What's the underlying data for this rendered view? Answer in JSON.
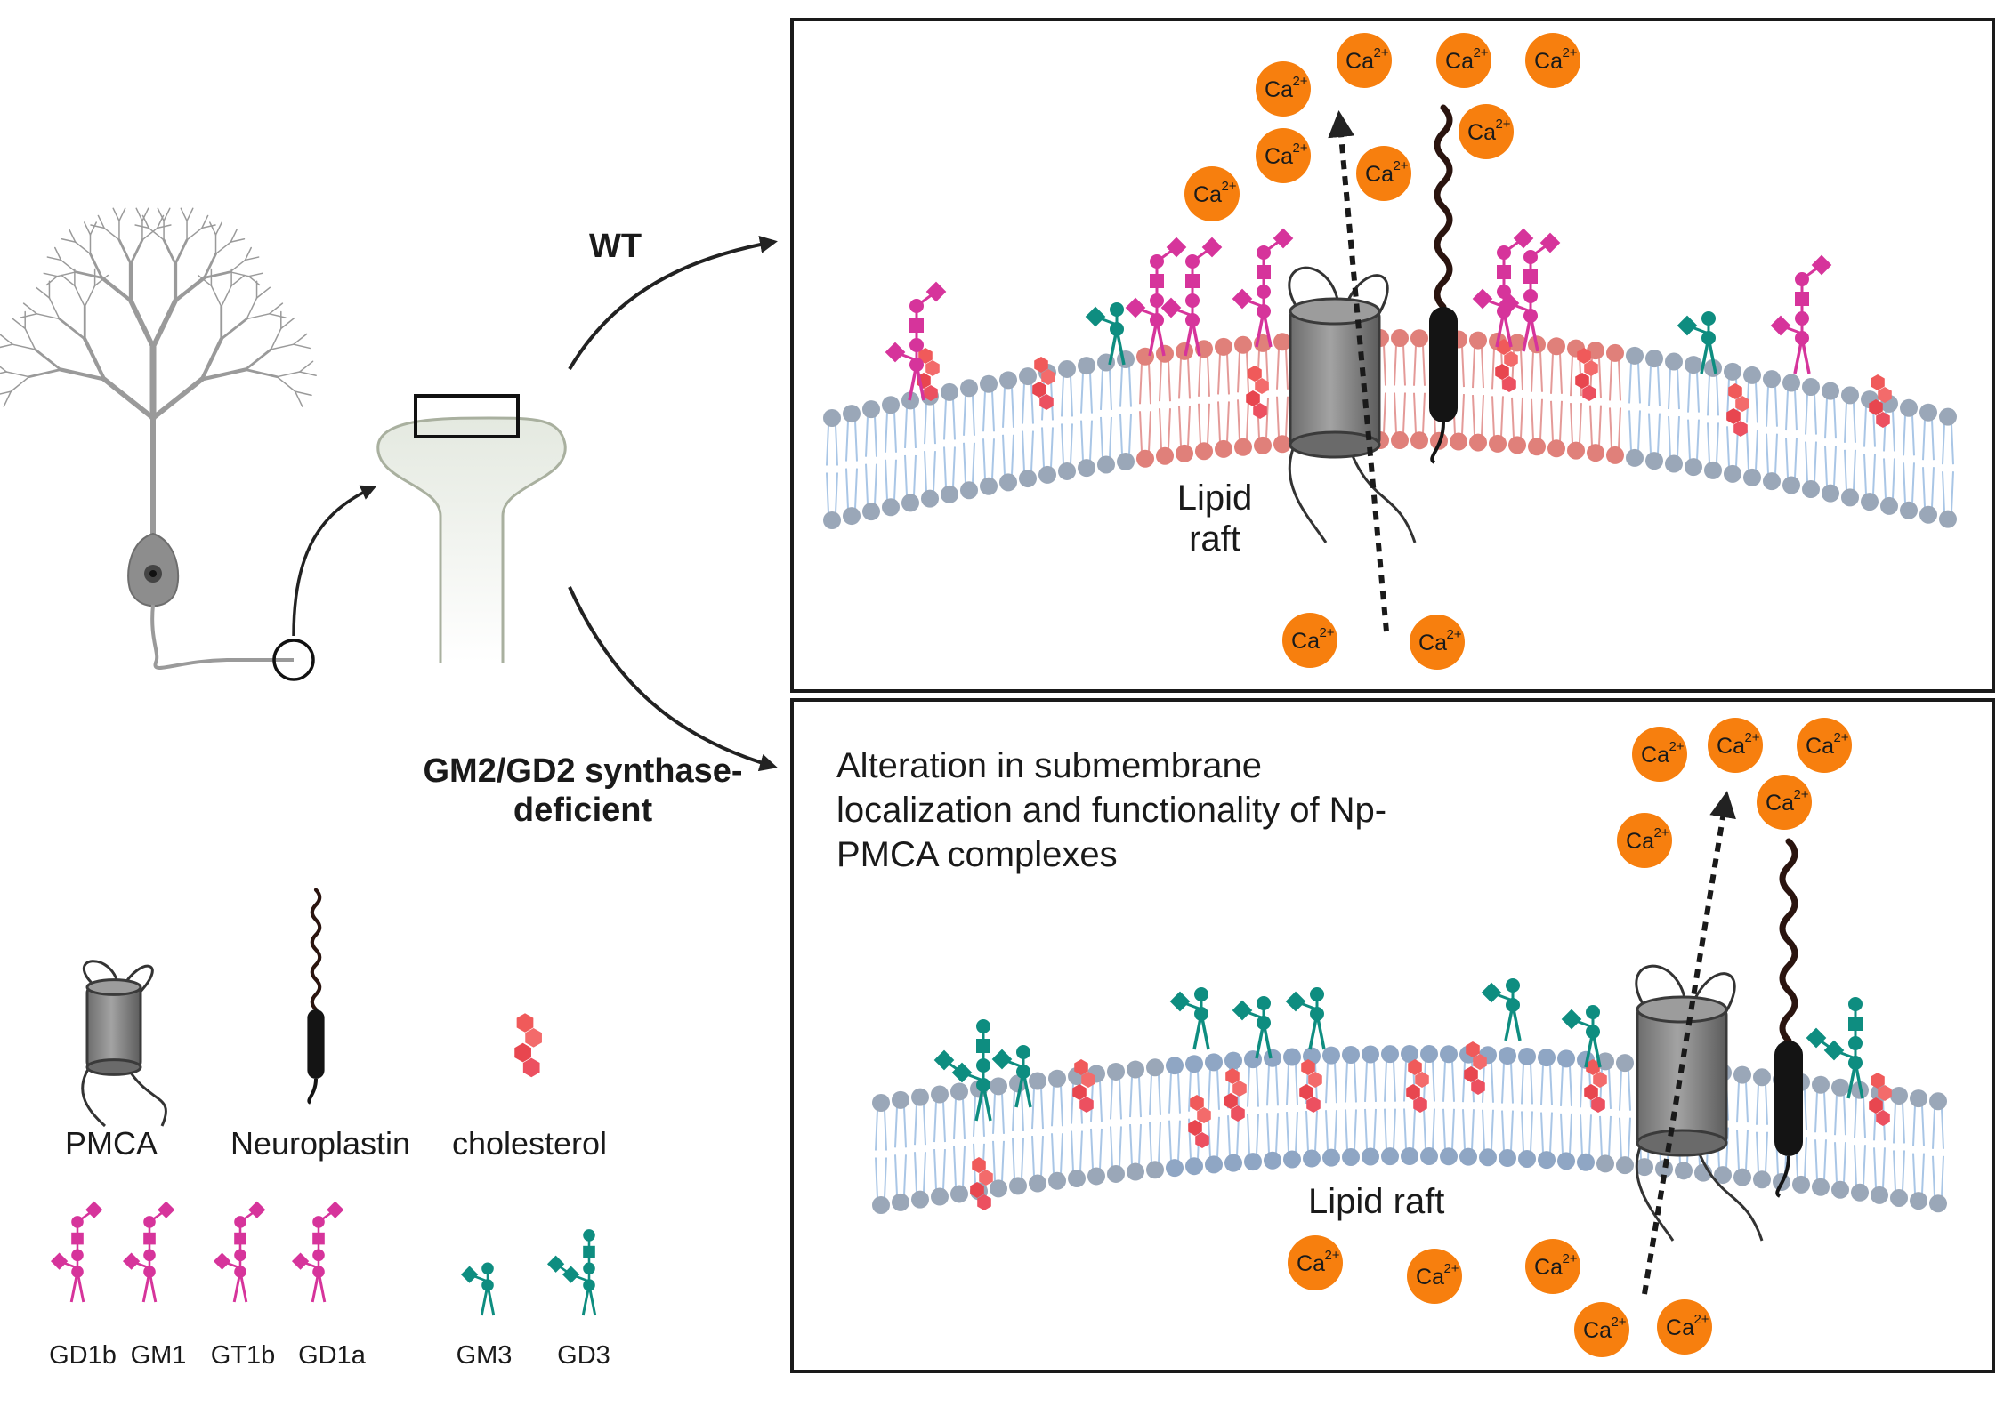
{
  "branches": {
    "wt": "WT",
    "deficient": "GM2/GD2 synthase-deficient"
  },
  "wt_panel": {
    "raft_label": "Lipid raft",
    "ion": "Ca",
    "charge": "2+"
  },
  "deficient_panel": {
    "caption": "Alteration in submembrane localization and functionality of Np-PMCA complexes",
    "raft_label": "Lipid raft",
    "ion": "Ca",
    "charge": "2+"
  },
  "legend": {
    "pmca": "PMCA",
    "neuroplastin": "Neuroplastin",
    "cholesterol": "cholesterol",
    "gangliosides": [
      "GD1b",
      "GM1",
      "GT1b",
      "GD1a",
      "GM3",
      "GD3"
    ]
  },
  "colors": {
    "ganglioside_complex": "#d6349b",
    "ganglioside_simple": "#0e8d80",
    "calcium": "#f77f0e",
    "cholesterol": "#f05a5a",
    "lipid_head": "#9aa7b8",
    "lipid_tail": "#a9c6e6",
    "pmca": "#7d7d7d",
    "neuroplastin": "#1a1a1a",
    "neuron": "#9a9a9a"
  }
}
